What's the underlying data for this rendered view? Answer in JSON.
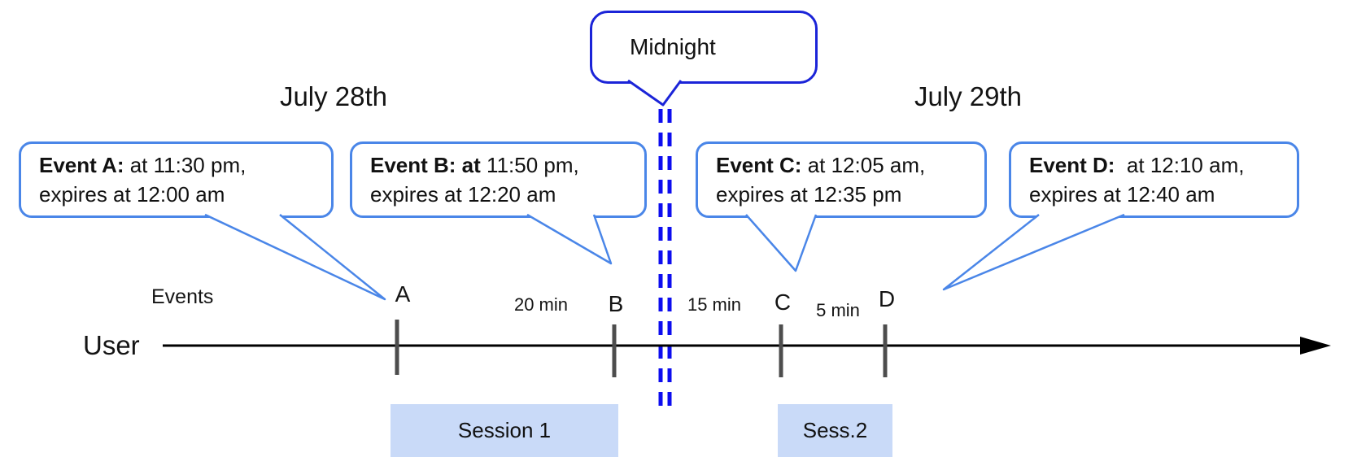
{
  "diagram": {
    "dates": [
      "July 28th",
      "July 29th"
    ],
    "midnight_label": "Midnight",
    "events_axis_label": "Events",
    "user_axis_label": "User",
    "events": [
      {
        "tick": "A",
        "bold": "Event A:",
        "line1_rest": " at 11:30 pm,",
        "line2": "expires at 12:00 am"
      },
      {
        "tick": "B",
        "bold": "Event B: at",
        "line1_rest": " 11:50 pm,",
        "line2": "expires at 12:20 am"
      },
      {
        "tick": "C",
        "bold": "Event C:",
        "line1_rest": " at 12:05 am,",
        "line2": "expires at 12:35 pm"
      },
      {
        "tick": "D",
        "bold": "Event D:",
        "line1_rest": "  at 12:10 am,",
        "line2": "expires at 12:40 am"
      }
    ],
    "gaps": [
      "20 min",
      "15 min",
      "5 min"
    ],
    "sessions": [
      "Session 1",
      "Sess.2"
    ],
    "colors": {
      "event_bubble_border": "#4a86e8",
      "midnight_border": "#1b24d8",
      "dashed_line": "#0d0def",
      "session_fill": "#c9daf8",
      "tick_color": "#4d4d4d",
      "timeline_color": "#000000"
    }
  }
}
